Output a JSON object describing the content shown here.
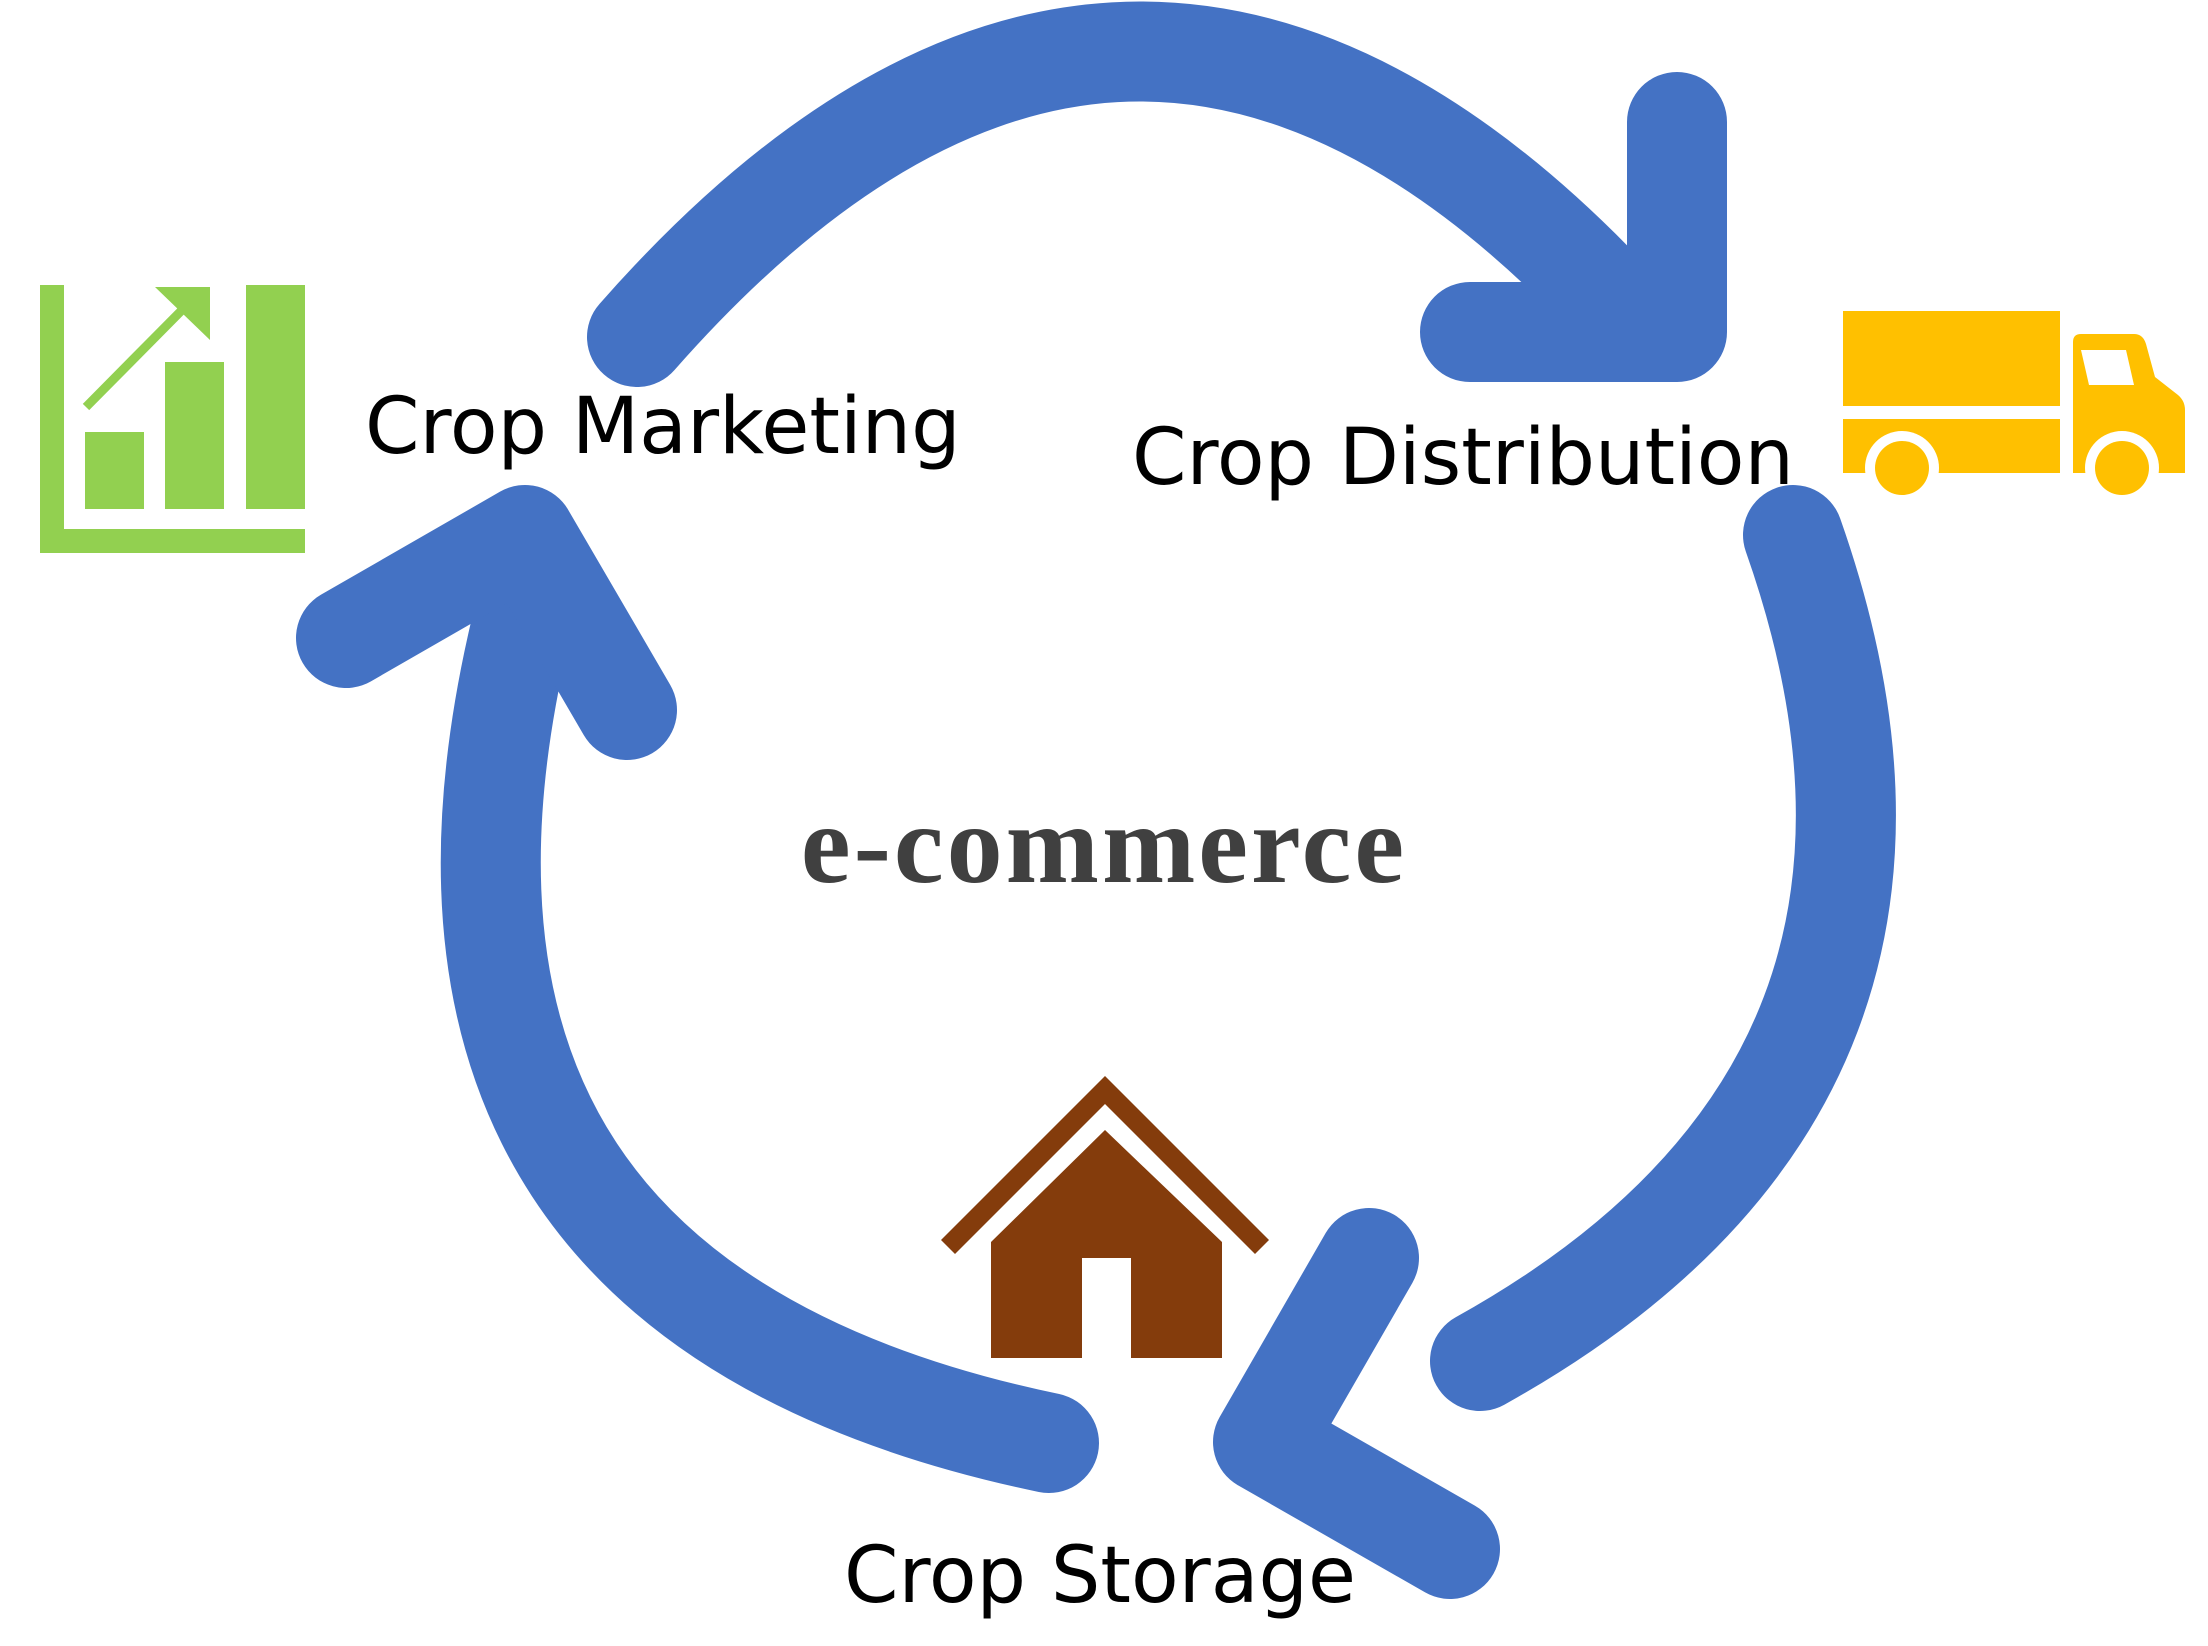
{
  "diagram": {
    "center_title": "e-commerce",
    "stages": [
      {
        "label": "Crop Marketing",
        "icon": "bar-chart-growth-icon",
        "color": "#92d050"
      },
      {
        "label": "Crop Distribution",
        "icon": "delivery-truck-icon",
        "color": "#ffc000"
      },
      {
        "label": "Crop Storage",
        "icon": "house-icon",
        "color": "#843c0c"
      }
    ],
    "cycle_arrow_color": "#4472c4"
  }
}
